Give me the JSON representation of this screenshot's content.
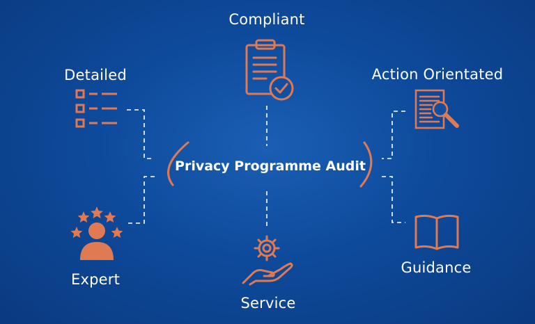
{
  "center": {
    "title": "Privacy Programme Audit"
  },
  "nodes": {
    "compliant": {
      "label": "Compliant",
      "icon": "clipboard-check-icon"
    },
    "detailed": {
      "label": "Detailed",
      "icon": "checklist-icon"
    },
    "action": {
      "label": "Action Orientated",
      "icon": "document-search-icon"
    },
    "expert": {
      "label": "Expert",
      "icon": "person-stars-icon"
    },
    "service": {
      "label": "Service",
      "icon": "gear-hand-icon"
    },
    "guidance": {
      "label": "Guidance",
      "icon": "open-book-icon"
    }
  },
  "colors": {
    "background": "#0e4a9b",
    "accent": "#e07a53",
    "text": "#ffffff",
    "connector": "#ffffff"
  }
}
